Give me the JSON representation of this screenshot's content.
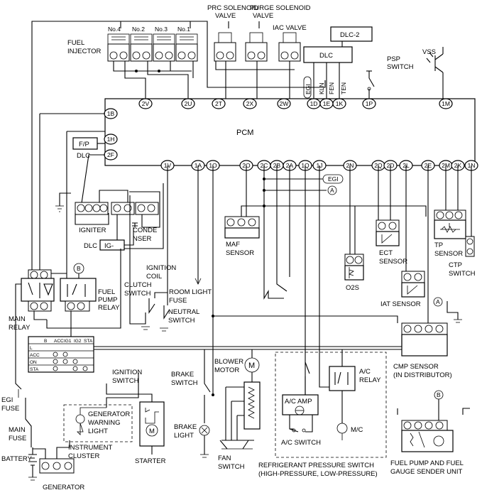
{
  "pcm": {
    "label": "PCM",
    "top_pins": [
      "2V",
      "2U",
      "2T",
      "2X",
      "2W",
      "1D",
      "1E",
      "1K",
      "1P",
      "1M"
    ],
    "left_pins": [
      "1B",
      "1H",
      "2F"
    ],
    "bottom_pins": [
      "1V",
      "1A",
      "1O",
      "2O",
      "2C",
      "2B",
      "2A",
      "1Q",
      "1J",
      "2N",
      "2Q",
      "2D",
      "2L",
      "2E",
      "2M",
      "2K",
      "1N"
    ]
  },
  "fuel_injector": {
    "label_line1": "FUEL",
    "label_line2": "INJECTOR",
    "numbers": [
      "No.4",
      "No.2",
      "No.3",
      "No.1"
    ]
  },
  "prc_valve": {
    "line1": "PRC SOLENOID",
    "line2": "VALVE"
  },
  "purge_valve": {
    "line1": "PURGE SOLENOID",
    "line2": "VALVE"
  },
  "iac_valve": {
    "label": "IAC VALVE"
  },
  "dlc2": {
    "label": "DLC-2"
  },
  "dlc": {
    "label": "DLC",
    "terminals": [
      "EGI",
      "KLN",
      "FEN",
      "TEN"
    ]
  },
  "psp_switch": {
    "line1": "PSP",
    "line2": "SWITCH"
  },
  "vss": {
    "label": "VSS"
  },
  "fp_dlc": {
    "fp": "F/P",
    "dlc": "DLC"
  },
  "igniter": {
    "label": "IGNITER"
  },
  "condenser": {
    "line1": "CONDE",
    "line2": "NSER"
  },
  "dlc_ig": {
    "dlc": "DLC",
    "ig": "IG-"
  },
  "maf_sensor": {
    "line1": "MAF",
    "line2": "SENSOR"
  },
  "connectors": {
    "egi": "EGI",
    "a": "A",
    "b": "B"
  },
  "o2s": {
    "label": "O2S"
  },
  "ect_sensor": {
    "line1": "ECT",
    "line2": "SENSOR"
  },
  "tp_sensor": {
    "line1": "TP",
    "line2": "SENSOR"
  },
  "ctp_switch": {
    "line1": "CTP",
    "line2": "SWITCH"
  },
  "iat_sensor": {
    "label": "IAT SENSOR"
  },
  "ignition_coil": {
    "line1": "IGNITION",
    "line2": "COIL"
  },
  "clutch_switch": {
    "line1": "CLUTCH",
    "line2": "SWITCH"
  },
  "room_light_fuse": {
    "line1": "ROOM LIGHT",
    "line2": "FUSE"
  },
  "neutral_switch": {
    "line1": "NEUTRAL",
    "line2": "SWITCH"
  },
  "main_relay": {
    "line1": "MAIN",
    "line2": "RELAY"
  },
  "fuel_pump_relay": {
    "line1": "FUEL",
    "line2": "PUMP",
    "line3": "RELAY"
  },
  "ignition_switch": {
    "line1": "IGNITION",
    "line2": "SWITCH",
    "cols": [
      "B",
      "ACC",
      "IG1",
      "IG2",
      "STA"
    ],
    "rows": [
      "L",
      "ACC",
      "ON",
      "STA"
    ]
  },
  "cmp_sensor": {
    "line1": "CMP SENSOR",
    "line2": "(IN DISTRIBUTOR)"
  },
  "blower_motor": {
    "line1": "BLOWER",
    "line2": "MOTOR",
    "symbol": "M"
  },
  "brake_switch": {
    "line1": "BRAKE",
    "line2": "SWITCH"
  },
  "brake_light": {
    "line1": "BRAKE",
    "line2": "LIGHT"
  },
  "egi_fuse": {
    "line1": "EGI",
    "line2": "FUSE"
  },
  "main_fuse": {
    "line1": "MAIN",
    "line2": "FUSE"
  },
  "generator_warning": {
    "line1": "GENERATOR",
    "line2": "WARNING",
    "line3": "LIGHT"
  },
  "instrument_cluster": {
    "line1": "INSTRUMENT",
    "line2": "CLUSTER"
  },
  "battery": {
    "label": "BATTERY"
  },
  "generator": {
    "label": "GENERATOR"
  },
  "starter": {
    "label": "STARTER",
    "symbol": "M"
  },
  "ac_amp": {
    "label": "A/C AMP"
  },
  "ac_switch": {
    "label": "A/C SWITCH"
  },
  "ac_relay": {
    "line1": "A/C",
    "line2": "RELAY"
  },
  "mc": {
    "label": "M/C"
  },
  "fan_switch": {
    "line1": "FAN",
    "line2": "SWITCH"
  },
  "refrigerant": {
    "line1": "REFRIGERANT PRESSURE SWITCH",
    "line2": "(HIGH-PRESSURE, LOW-PRESSURE)"
  },
  "fuel_pump_unit": {
    "line1": "FUEL PUMP AND FUEL",
    "line2": "GAUGE SENDER UNIT"
  }
}
